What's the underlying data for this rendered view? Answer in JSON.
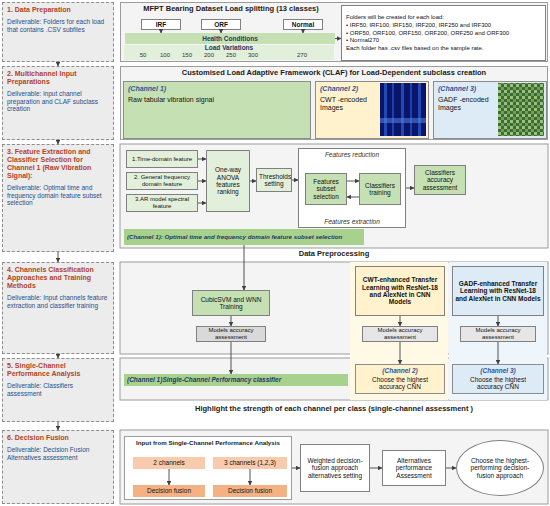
{
  "diagram": {
    "nodes": [
      {
        "text": [
          "1. Data Preparation",
          "Deliverable: Folders for each load that contains .CSV subfiles"
        ]
      },
      {
        "text": [
          "2. Multichannel Input Preparations",
          "Deliverable: input channel preparation and CLAF subclass creation"
        ]
      },
      {
        "text": [
          "3. Feature Extraction and Classifier Selection for Channel 1 (Raw Vibration Signal):",
          "Deliverable: Optimal time and frequency domain feature subset selection"
        ]
      },
      {
        "text": [
          "4. Channels Classification Approaches and Training Methods",
          "Deliverable: Input channels feature extraction and classifier training"
        ]
      },
      {
        "text": [
          "5. Single-Channel Performance Analysis",
          "Deliverable: Classifiers assessment"
        ]
      },
      {
        "text": [
          "6. Decision Fusion",
          "Deliverable: Decision Fusion Alternatives assessment"
        ]
      },
      {
        "text": [
          "MFPT Bearing Dataset Load splitting (13 classes)"
        ]
      },
      {
        "text": [
          "IRF"
        ],
        "in": 6
      },
      {
        "text": [
          "ORF"
        ],
        "in": 6
      },
      {
        "text": [
          "Normal"
        ],
        "in": 6
      },
      {
        "text": [
          "Health Conditions"
        ],
        "in": 6
      },
      {
        "text": [
          "Folders will be created for each load:",
          "• IRF50, IRF100, IRF150, IRF200, IRF250 and IRF300",
          "• ORF50, ORF100, ORF150, ORF200, ORF250 and ORF300",
          "• Normal270",
          "Each folder has .csv files based on the sample rate."
        ],
        "in": 6
      },
      {
        "text": [
          "Customised Load Adaptive Framework (CLAF) for Load-Dependent subclass creation"
        ]
      },
      {
        "text": [
          "(Channel 1)",
          "Raw tabular vibration signal"
        ],
        "in": 12
      },
      {
        "text": [
          "(Channel 2)",
          "CWT -encoded Images"
        ],
        "in": 12
      },
      {
        "text": [
          "(Channel 3)",
          "GADF -encoded Images"
        ],
        "in": 12
      },
      {
        "text": [
          "1.Time-domain feature"
        ]
      },
      {
        "text": [
          "2. General frequency domain feature"
        ]
      },
      {
        "text": [
          "3.AR model spectral feature"
        ]
      },
      {
        "text": [
          "One-way ANOVA features ranking"
        ]
      },
      {
        "text": [
          "Thresholds setting"
        ]
      },
      {
        "text": [
          "Features reduction",
          "Features extraction"
        ]
      },
      {
        "text": [
          "Features subset selection"
        ],
        "in": 21
      },
      {
        "text": [
          "Classifiers training"
        ],
        "in": 21
      },
      {
        "text": [
          "Classifiers accuracy assessment"
        ]
      },
      {
        "text": [
          "(Channel 1): Optimal time and frequency domain feature subset selection"
        ]
      },
      {
        "text": [
          "CubicSVM and WNN Training"
        ]
      },
      {
        "text": [
          "Models accuracy assessment"
        ]
      },
      {
        "text": [
          "CWT-enhanced Transfer Learning with ResNet-18 and AlexNet in CNN Models"
        ]
      },
      {
        "text": [
          "Models accuracy assessment"
        ]
      },
      {
        "text": [
          "GADF-enhanced Transfer Learning with ResNet-18 and AlexNet in CNN Models"
        ]
      },
      {
        "text": [
          "Models accuracy assessment"
        ]
      },
      {
        "text": [
          "(Channel 1)Single-Channel Performancy classifier"
        ]
      },
      {
        "text": [
          "(Channel 2)",
          "Choose the highest accuracy CNN"
        ]
      },
      {
        "text": [
          "(Channel 3)",
          "Choose the highest accuracy CNN"
        ]
      },
      {
        "text": [
          "Input from Single-Channel Performance Analysis"
        ]
      },
      {
        "text": [
          "2 channels"
        ],
        "in": 35
      },
      {
        "text": [
          "3 channels (1,2,3)"
        ],
        "in": 35
      },
      {
        "text": [
          "Decision fusion"
        ],
        "in": 35
      },
      {
        "text": [
          "Decision fusion"
        ],
        "in": 35
      },
      {
        "text": [
          "Weighted decision-fusion approach alternatives setting"
        ]
      },
      {
        "text": [
          "Alternatives performance Assessment"
        ]
      },
      {
        "text": [
          "Choose the highest-performing decision-fusion approach"
        ]
      }
    ],
    "edges": [
      {
        "from": 0,
        "to": 1,
        "arrow": "to"
      },
      {
        "from": 1,
        "to": 2,
        "arrow": "to"
      },
      {
        "from": 2,
        "to": 3,
        "arrow": "to"
      },
      {
        "from": 3,
        "to": 4,
        "arrow": "to"
      },
      {
        "from": 4,
        "to": 5,
        "arrow": "to"
      },
      {
        "from": 7,
        "to": 10,
        "arrow": "to"
      },
      {
        "from": 8,
        "to": 10,
        "arrow": "to"
      },
      {
        "from": 9,
        "to": 10,
        "arrow": "to"
      },
      {
        "from": 10,
        "to": 11,
        "arrow": "to"
      },
      {
        "from": 16,
        "to": 19,
        "arrow": "to"
      },
      {
        "from": 17,
        "to": 19,
        "arrow": "to"
      },
      {
        "from": 18,
        "to": 19,
        "arrow": "to"
      },
      {
        "from": 19,
        "to": 20,
        "arrow": "to"
      },
      {
        "from": 20,
        "to": 21,
        "arrow": "to"
      },
      {
        "from": 22,
        "to": 23,
        "arrow": "to"
      },
      {
        "from": 23,
        "to": 22,
        "arrow": "to"
      },
      {
        "from": 21,
        "to": 24,
        "arrow": "to"
      },
      {
        "from": 25,
        "to": 26,
        "arrow": "to"
      },
      {
        "from": 26,
        "to": 27,
        "arrow": "to"
      },
      {
        "from": 28,
        "to": 29,
        "arrow": "to"
      },
      {
        "from": 30,
        "to": 31,
        "arrow": "to"
      },
      {
        "from": 27,
        "to": 32,
        "arrow": "to"
      },
      {
        "from": 29,
        "to": 33,
        "arrow": "to"
      },
      {
        "from": 31,
        "to": 34,
        "arrow": "to"
      },
      {
        "from": 36,
        "to": 38,
        "arrow": "to"
      },
      {
        "from": 37,
        "to": 39,
        "arrow": "to"
      },
      {
        "from": 35,
        "to": 40,
        "arrow": "to"
      },
      {
        "from": 40,
        "to": 41,
        "arrow": "to"
      },
      {
        "from": 41,
        "to": 42,
        "arrow": "to"
      }
    ],
    "labels": [
      "Load Variations",
      "50",
      "100",
      "150",
      "200",
      "250",
      "300",
      "270",
      "Data Preprocessing",
      "Highlight the strength of each channel per class (single-channel assessment )"
    ]
  }
}
